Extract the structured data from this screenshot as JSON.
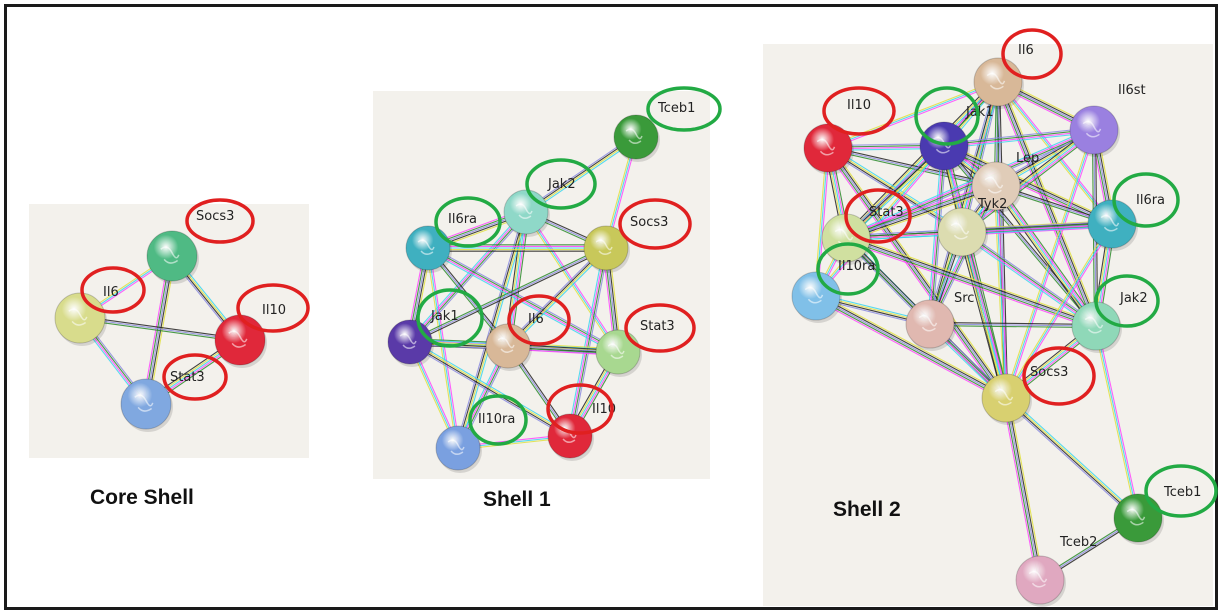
{
  "colors": {
    "red_circle": "#e02020",
    "green_circle": "#22aa44",
    "panel_background": "#f3f1ec",
    "edge_colors": [
      "#ff44ff",
      "#3bd6f0",
      "#e0e040",
      "#222222",
      "#8a8adf",
      "#2a8a2a"
    ]
  },
  "captions": {
    "core": "Core Shell",
    "shell1": "Shell 1",
    "shell2": "Shell 2"
  },
  "networks": [
    {
      "id": "core",
      "nodes": [
        {
          "id": "Socs3",
          "label": "Socs3",
          "color": "#4fba84",
          "highlight": "red"
        },
        {
          "id": "Il6",
          "label": "Il6",
          "color": "#d8dc8c",
          "highlight": "red"
        },
        {
          "id": "Il10",
          "label": "Il10",
          "color": "#e0283a",
          "highlight": "red"
        },
        {
          "id": "Stat3",
          "label": "Stat3",
          "color": "#80a8e0",
          "highlight": "red"
        }
      ],
      "edges": [
        [
          "Socs3",
          "Il6"
        ],
        [
          "Socs3",
          "Il10"
        ],
        [
          "Socs3",
          "Stat3"
        ],
        [
          "Il6",
          "Il10"
        ],
        [
          "Il6",
          "Stat3"
        ],
        [
          "Il10",
          "Stat3"
        ]
      ]
    },
    {
      "id": "shell1",
      "nodes": [
        {
          "id": "Tceb1",
          "label": "Tceb1",
          "color": "#3a9a3a",
          "highlight": "green"
        },
        {
          "id": "Jak2",
          "label": "Jak2",
          "color": "#8fd8c8",
          "highlight": "green"
        },
        {
          "id": "Il6ra",
          "label": "Il6ra",
          "color": "#3fb0c0",
          "highlight": "green"
        },
        {
          "id": "Socs3",
          "label": "Socs3",
          "color": "#c8c85a",
          "highlight": "red"
        },
        {
          "id": "Jak1",
          "label": "Jak1",
          "color": "#5a3aa8",
          "highlight": "green"
        },
        {
          "id": "Il6",
          "label": "Il6",
          "color": "#d8b898",
          "highlight": "red"
        },
        {
          "id": "Stat3",
          "label": "Stat3",
          "color": "#a8d890",
          "highlight": "red"
        },
        {
          "id": "Il10ra",
          "label": "Il10ra",
          "color": "#7aa0e0",
          "highlight": "green"
        },
        {
          "id": "Il10",
          "label": "Il10",
          "color": "#e0283a",
          "highlight": "red"
        }
      ],
      "edges": [
        [
          "Tceb1",
          "Socs3"
        ],
        [
          "Tceb1",
          "Jak2"
        ],
        [
          "Jak2",
          "Il6ra"
        ],
        [
          "Jak2",
          "Socs3"
        ],
        [
          "Jak2",
          "Jak1"
        ],
        [
          "Jak2",
          "Il6"
        ],
        [
          "Jak2",
          "Stat3"
        ],
        [
          "Jak2",
          "Il10ra"
        ],
        [
          "Il6ra",
          "Jak1"
        ],
        [
          "Il6ra",
          "Il6"
        ],
        [
          "Il6ra",
          "Stat3"
        ],
        [
          "Il6ra",
          "Socs3"
        ],
        [
          "Il6ra",
          "Il10ra"
        ],
        [
          "Socs3",
          "Il6"
        ],
        [
          "Socs3",
          "Stat3"
        ],
        [
          "Socs3",
          "Jak1"
        ],
        [
          "Socs3",
          "Il10"
        ],
        [
          "Jak1",
          "Il6"
        ],
        [
          "Jak1",
          "Il10ra"
        ],
        [
          "Jak1",
          "Stat3"
        ],
        [
          "Il6",
          "Stat3"
        ],
        [
          "Il6",
          "Il10"
        ],
        [
          "Il6",
          "Il10ra"
        ],
        [
          "Stat3",
          "Il10"
        ],
        [
          "Il10ra",
          "Il10"
        ],
        [
          "Jak1",
          "Il10"
        ]
      ]
    },
    {
      "id": "shell2",
      "nodes": [
        {
          "id": "Il6",
          "label": "Il6",
          "color": "#d8b898",
          "highlight": "red"
        },
        {
          "id": "Il10",
          "label": "Il10",
          "color": "#e0283a",
          "highlight": "red"
        },
        {
          "id": "Jak1",
          "label": "Jak1",
          "color": "#4a3ab0",
          "highlight": "green"
        },
        {
          "id": "Il6st",
          "label": "Il6st",
          "color": "#9a80e0",
          "highlight": "none"
        },
        {
          "id": "Lep",
          "label": "Lep",
          "color": "#e0ccb8",
          "highlight": "none"
        },
        {
          "id": "Tyk2",
          "label": "Tyk2",
          "color": "#dcdcb0",
          "highlight": "none"
        },
        {
          "id": "Stat3",
          "label": "Stat3",
          "color": "#d0e0a0",
          "highlight": "red"
        },
        {
          "id": "Il6ra",
          "label": "Il6ra",
          "color": "#3fb0c0",
          "highlight": "green"
        },
        {
          "id": "Il10ra",
          "label": "Il10ra",
          "color": "#80c0e8",
          "highlight": "green"
        },
        {
          "id": "Src",
          "label": "Src",
          "color": "#e0b8b0",
          "highlight": "none"
        },
        {
          "id": "Jak2",
          "label": "Jak2",
          "color": "#8fd8b8",
          "highlight": "green"
        },
        {
          "id": "Socs3",
          "label": "Socs3",
          "color": "#d8d070",
          "highlight": "red"
        },
        {
          "id": "Tceb1",
          "label": "Tceb1",
          "color": "#3a9a3a",
          "highlight": "green"
        },
        {
          "id": "Tceb2",
          "label": "Tceb2",
          "color": "#e0a8c0",
          "highlight": "none"
        }
      ],
      "edges": [
        [
          "Il6",
          "Il10"
        ],
        [
          "Il6",
          "Jak1"
        ],
        [
          "Il6",
          "Il6st"
        ],
        [
          "Il6",
          "Lep"
        ],
        [
          "Il6",
          "Tyk2"
        ],
        [
          "Il6",
          "Stat3"
        ],
        [
          "Il6",
          "Il6ra"
        ],
        [
          "Il6",
          "Src"
        ],
        [
          "Il6",
          "Jak2"
        ],
        [
          "Il6",
          "Socs3"
        ],
        [
          "Il10",
          "Jak1"
        ],
        [
          "Il10",
          "Stat3"
        ],
        [
          "Il10",
          "Il10ra"
        ],
        [
          "Il10",
          "Tyk2"
        ],
        [
          "Il10",
          "Socs3"
        ],
        [
          "Il10",
          "Lep"
        ],
        [
          "Jak1",
          "Il6st"
        ],
        [
          "Jak1",
          "Lep"
        ],
        [
          "Jak1",
          "Tyk2"
        ],
        [
          "Jak1",
          "Stat3"
        ],
        [
          "Jak1",
          "Il6ra"
        ],
        [
          "Jak1",
          "Jak2"
        ],
        [
          "Jak1",
          "Src"
        ],
        [
          "Jak1",
          "Socs3"
        ],
        [
          "Jak1",
          "Il10ra"
        ],
        [
          "Il6st",
          "Lep"
        ],
        [
          "Il6st",
          "Il6ra"
        ],
        [
          "Il6st",
          "Jak2"
        ],
        [
          "Il6st",
          "Stat3"
        ],
        [
          "Il6st",
          "Tyk2"
        ],
        [
          "Il6st",
          "Socs3"
        ],
        [
          "Lep",
          "Tyk2"
        ],
        [
          "Lep",
          "Stat3"
        ],
        [
          "Lep",
          "Il6ra"
        ],
        [
          "Lep",
          "Src"
        ],
        [
          "Lep",
          "Jak2"
        ],
        [
          "Lep",
          "Socs3"
        ],
        [
          "Tyk2",
          "Stat3"
        ],
        [
          "Tyk2",
          "Il6ra"
        ],
        [
          "Tyk2",
          "Src"
        ],
        [
          "Tyk2",
          "Jak2"
        ],
        [
          "Tyk2",
          "Socs3"
        ],
        [
          "Stat3",
          "Il10ra"
        ],
        [
          "Stat3",
          "Src"
        ],
        [
          "Stat3",
          "Jak2"
        ],
        [
          "Stat3",
          "Socs3"
        ],
        [
          "Stat3",
          "Il6ra"
        ],
        [
          "Il6ra",
          "Jak2"
        ],
        [
          "Il6ra",
          "Socs3"
        ],
        [
          "Il10ra",
          "Src"
        ],
        [
          "Il10ra",
          "Socs3"
        ],
        [
          "Src",
          "Jak2"
        ],
        [
          "Src",
          "Socs3"
        ],
        [
          "Jak2",
          "Socs3"
        ],
        [
          "Jak2",
          "Tceb1"
        ],
        [
          "Socs3",
          "Tceb1"
        ],
        [
          "Socs3",
          "Tceb2"
        ],
        [
          "Tceb1",
          "Tceb2"
        ]
      ]
    }
  ]
}
